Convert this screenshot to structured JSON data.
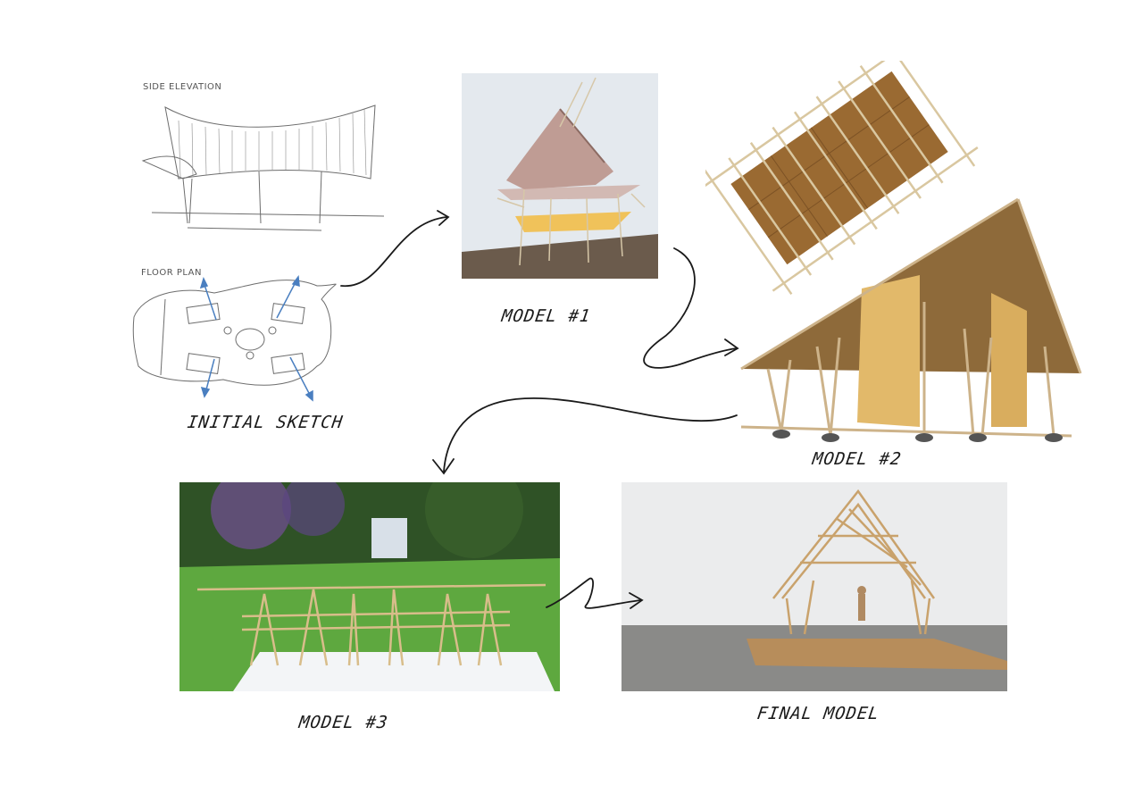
{
  "sketch": {
    "elevation_label": "SIDE ELEVATION",
    "plan_label": "FLOOR PLAN",
    "caption": "INITIAL SKETCH"
  },
  "stages": [
    {
      "caption": "MODEL #1"
    },
    {
      "caption": "MODEL #2"
    },
    {
      "caption": "MODEL #3"
    },
    {
      "caption": "FINAL MODEL"
    }
  ],
  "colors": {
    "ink": "#1a1a1a",
    "pencil": "#6d6d6d",
    "bamboo": "#c9a877",
    "thatch": "#9a6a32",
    "grass": "#4f9a34",
    "plan_arrow": "#4a7fc0"
  }
}
